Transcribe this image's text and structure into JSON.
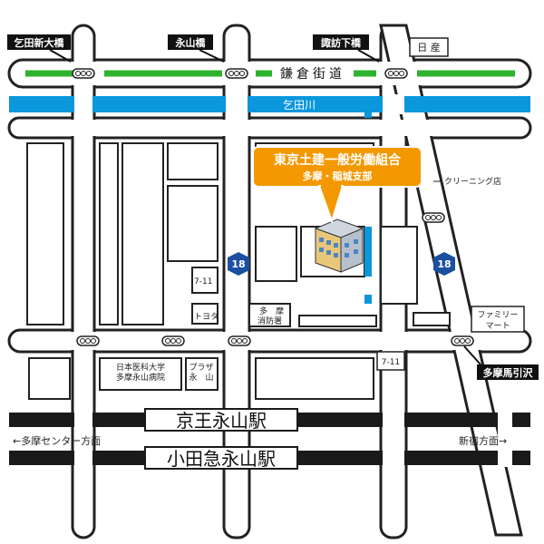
{
  "map": {
    "road_name": "鎌倉街道",
    "river_name": "乞田川",
    "bridges": [
      "乞田新大橋",
      "永山橋",
      "諏訪下橋"
    ],
    "route_number": "18",
    "destination": {
      "name": "東京土建一般労働組合",
      "branch": "多摩・稲城支部"
    },
    "landmarks": {
      "nissan": "日 産",
      "cleaning": "クリーニング店",
      "seven_eleven_1": "7-11",
      "seven_eleven_2": "7-11",
      "toyota": "トヨタ",
      "fire_station": [
        "多　摩",
        "消防署"
      ],
      "family_mart": [
        "ファミリー",
        "マート"
      ],
      "hospital": [
        "日本医科大学",
        "多摩永山病院"
      ],
      "plaza": [
        "プラザ",
        "永　山"
      ],
      "intersection": "多摩馬引沢"
    },
    "stations": [
      "京王永山駅",
      "小田急永山駅"
    ],
    "directions": {
      "left": "←多摩センター方面",
      "right": "新宿方面→"
    },
    "colors": {
      "road_green": "#2db32d",
      "river_blue": "#0a97dc",
      "callout_orange": "#f39800",
      "rail_dark": "#1a1a1a"
    }
  }
}
